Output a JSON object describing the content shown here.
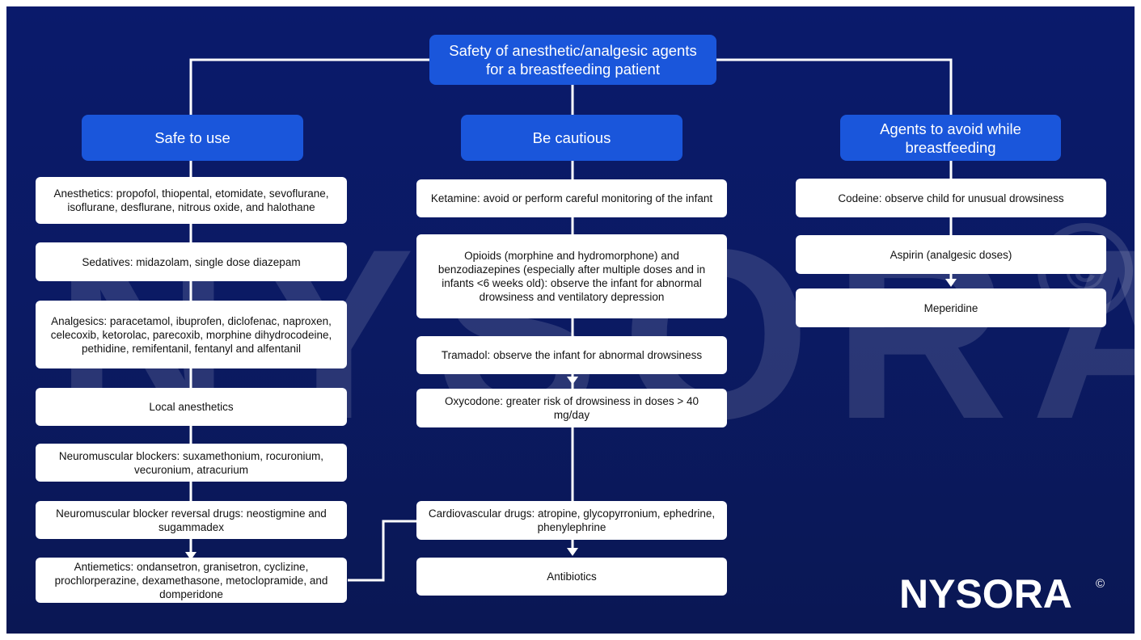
{
  "title": "Safety of anesthetic/analgesic agents for a breastfeeding patient",
  "columns": [
    {
      "header": "Safe to use",
      "items": [
        "Anesthetics: propofol, thiopental, etomidate, sevoflurane, isoflurane, desflurane, nitrous oxide, and halothane",
        "Sedatives: midazolam, single dose diazepam",
        "Analgesics: paracetamol, ibuprofen, diclofenac, naproxen, celecoxib, ketorolac, parecoxib, morphine dihydrocodeine, pethidine, remifentanil, fentanyl and alfentanil",
        "Local anesthetics",
        "Neuromuscular blockers: suxamethonium, rocuronium, vecuronium, atracurium",
        "Neuromuscular blocker reversal drugs: neostigmine and sugammadex",
        "Antiemetics: ondansetron, granisetron, cyclizine, prochlorperazine, dexamethasone, metoclopramide, and domperidone"
      ]
    },
    {
      "header": "Be cautious",
      "items": [
        "Ketamine: avoid or perform careful monitoring of the infant",
        "Opioids (morphine and hydromorphone) and benzodiazepines (especially after multiple doses and in infants <6 weeks old): observe the infant for abnormal drowsiness and ventilatory depression",
        "Tramadol: observe the infant for abnormal drowsiness",
        "Oxycodone: greater risk of drowsiness in doses > 40 mg/day",
        "Cardiovascular drugs: atropine, glycopyrronium, ephedrine, phenylephrine",
        "Antibiotics"
      ]
    },
    {
      "header": "Agents to avoid while breastfeeding",
      "items": [
        "Codeine: observe child for unusual drowsiness",
        "Aspirin (analgesic doses)",
        "Meperidine"
      ]
    }
  ],
  "watermark": "NYSORA",
  "watermark_symbol": "©",
  "logo": "NYSORA",
  "logo_symbol": "©",
  "colors": {
    "background": "#0b1a63",
    "header_fill": "#1a56db",
    "box_fill": "#ffffff",
    "connector": "#ffffff"
  }
}
